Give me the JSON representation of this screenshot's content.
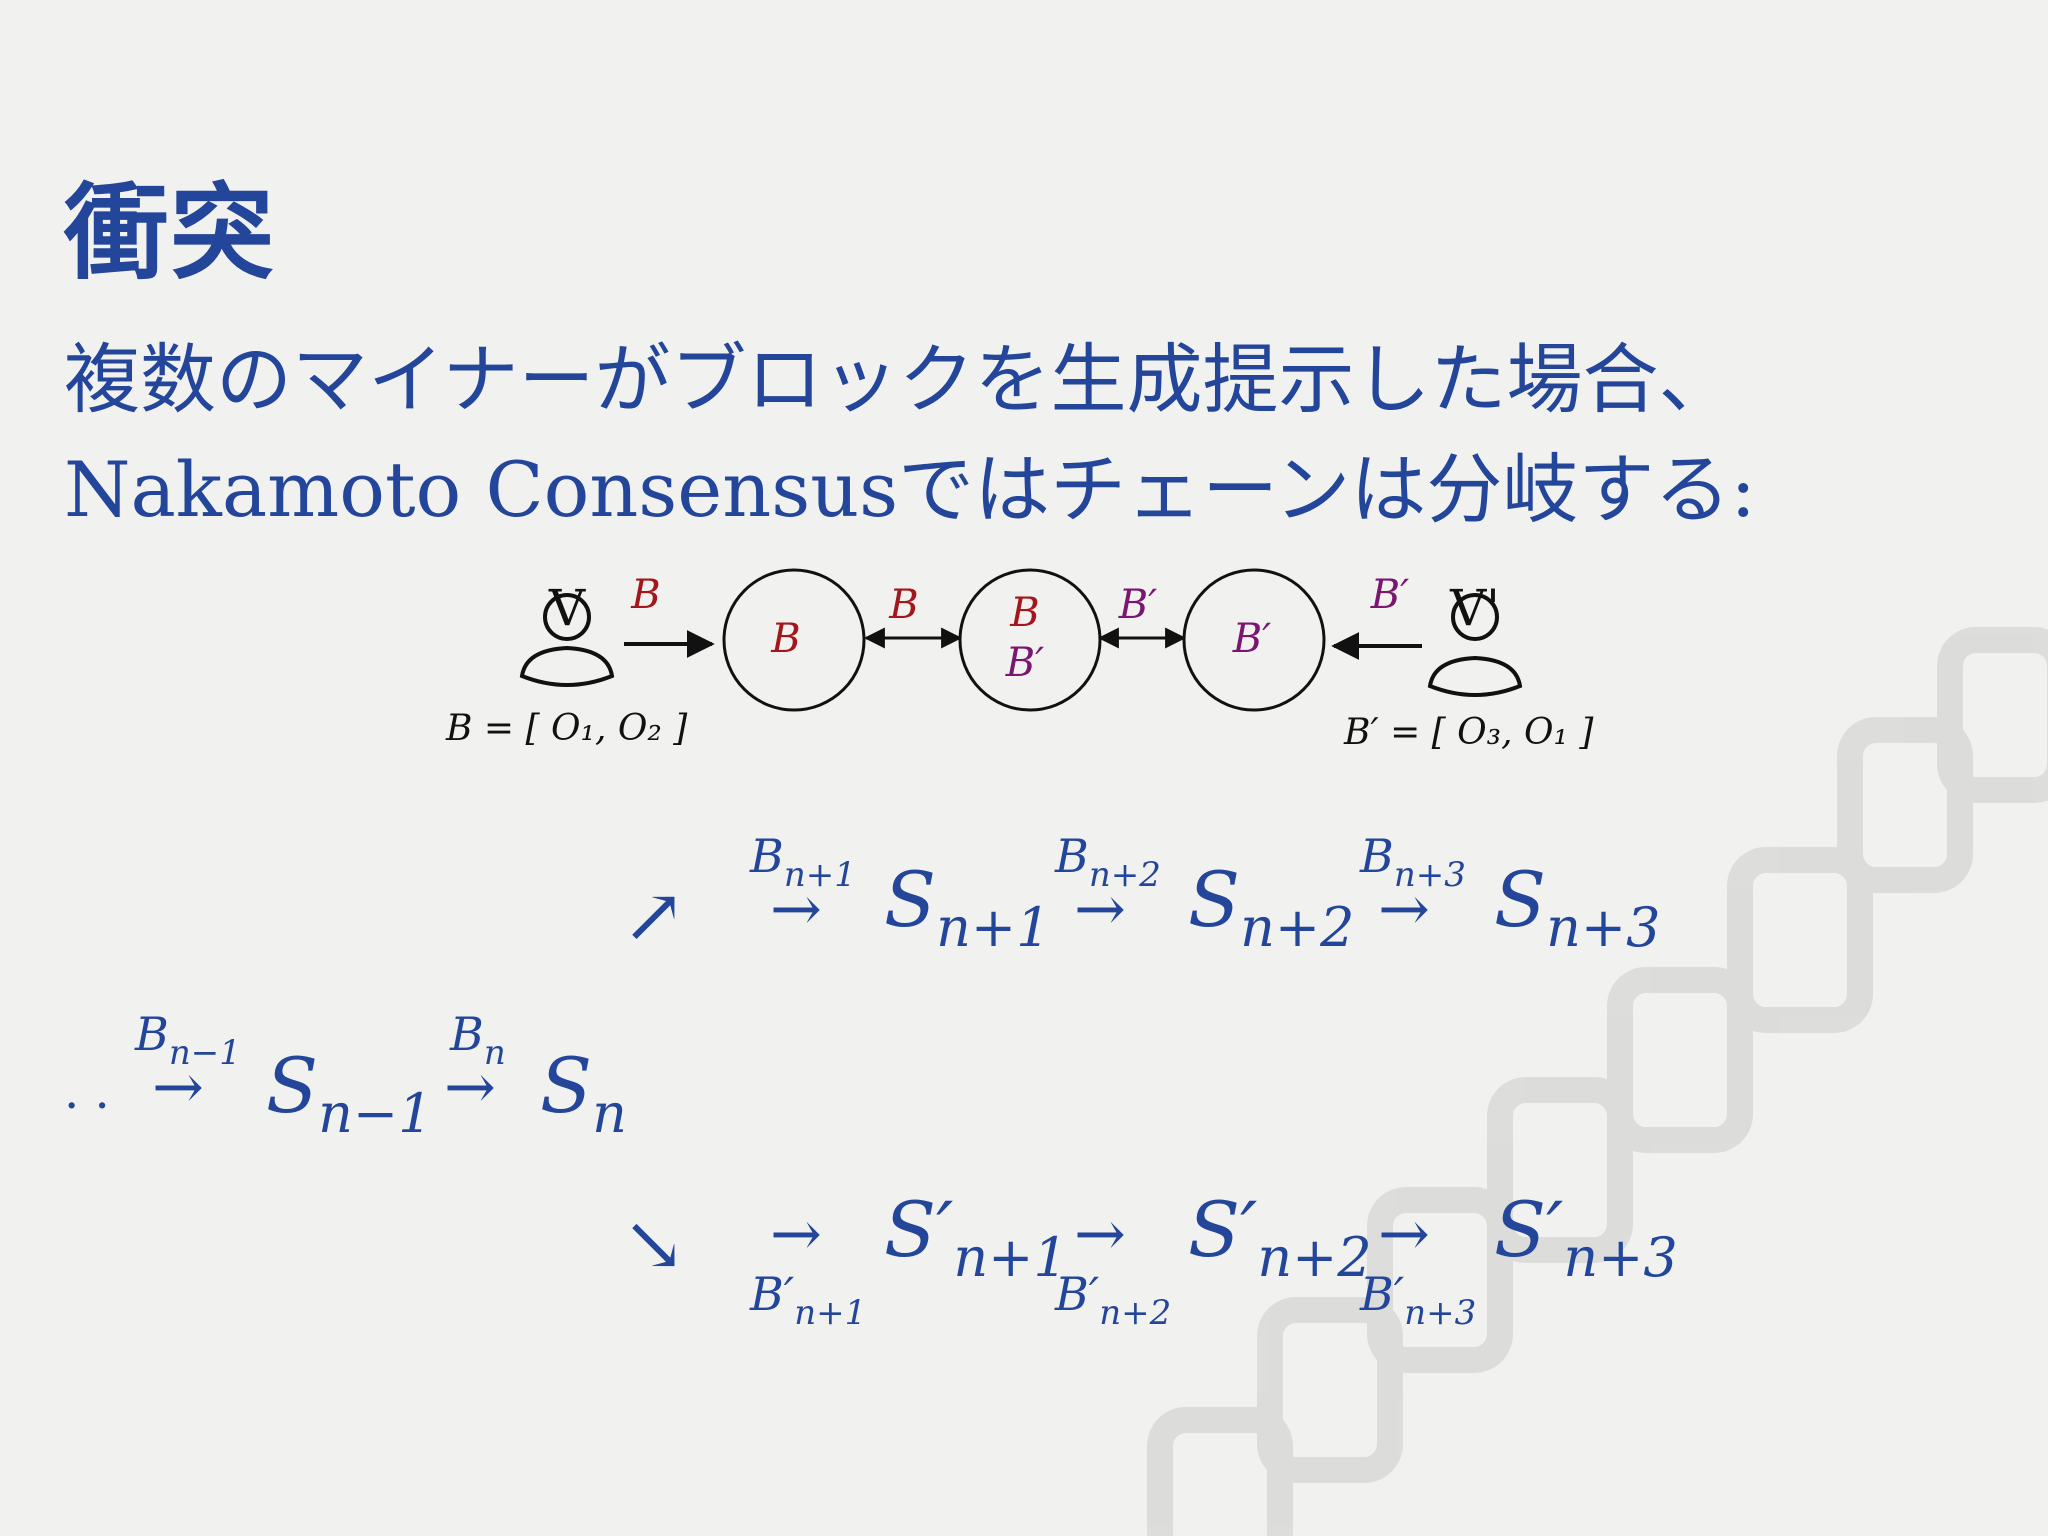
{
  "title": "衝突",
  "body": {
    "line1": "複数のマイナーがブロックを生成提示した場合、",
    "line2": "Nakamoto Consensusではチェーンは分岐する:"
  },
  "network": {
    "left_node_label": "V",
    "right_node_label": "V'",
    "left_arrow_label": "B",
    "right_arrow_label": "B′",
    "circle1": "B",
    "circle2_top": "B",
    "circle2_bottom": "B′",
    "circle3": "B′",
    "link1_label": "B",
    "link2_label": "B′",
    "left_caption": "B = [ O₁, O₂ ]",
    "right_caption": "B′ = [ O₃, O₁ ]",
    "colors": {
      "red": "#a4161b",
      "purple": "#7a1570",
      "black": "#111111"
    }
  },
  "chain": {
    "leading_dots": ". .",
    "trunk": [
      {
        "arrow": "→",
        "label_main": "B",
        "label_sub": "n−1",
        "state_main": "S",
        "state_sub": "n−1"
      },
      {
        "arrow": "→",
        "label_main": "B",
        "label_sub": "n",
        "state_main": "S",
        "state_sub": "n"
      }
    ],
    "up_fork_arrow": "↗",
    "down_fork_arrow": "↘",
    "upper_branch": [
      {
        "arrow": "→",
        "label_main": "B",
        "label_sub": "n+1",
        "state_main": "S",
        "state_sub": "n+1"
      },
      {
        "arrow": "→",
        "label_main": "B",
        "label_sub": "n+2",
        "state_main": "S",
        "state_sub": "n+2"
      },
      {
        "arrow": "→",
        "label_main": "B",
        "label_sub": "n+3",
        "state_main": "S",
        "state_sub": "n+3"
      }
    ],
    "lower_branch": [
      {
        "arrow": "→",
        "label_main": "B′",
        "label_sub": "n+1",
        "state_main": "S′",
        "state_sub": "n+1"
      },
      {
        "arrow": "→",
        "label_main": "B′",
        "label_sub": "n+2",
        "state_main": "S′",
        "state_sub": "n+2"
      },
      {
        "arrow": "→",
        "label_main": "B′",
        "label_sub": "n+3",
        "state_main": "S′",
        "state_sub": "n+3"
      }
    ],
    "color": "#23469a"
  }
}
